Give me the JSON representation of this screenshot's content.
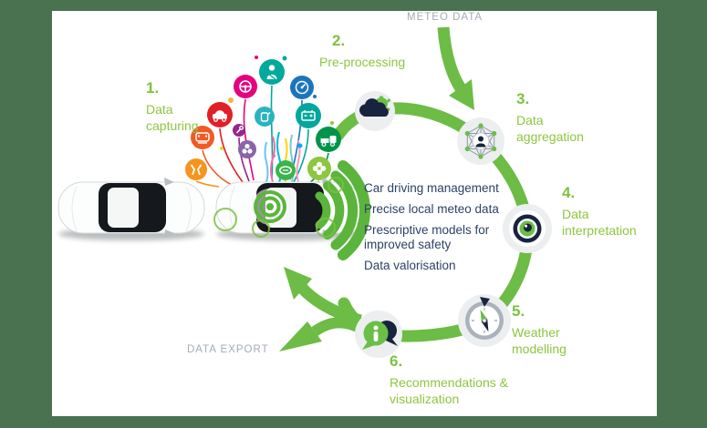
{
  "labels": {
    "meteo": "METEO DATA",
    "export": "DATA EXPORT"
  },
  "steps": [
    {
      "num": "1.",
      "label": "Data capturing"
    },
    {
      "num": "2.",
      "label": "Pre-processing"
    },
    {
      "num": "3.",
      "label": "Data aggregation"
    },
    {
      "num": "4.",
      "label": "Data interpretation"
    },
    {
      "num": "5.",
      "label": "Weather modelling"
    },
    {
      "num": "6.",
      "label": "Recommendations & visualization"
    }
  ],
  "center": {
    "items": [
      "Car driving management",
      "Precise local meteo data",
      "Prescriptive models for improved safety",
      "Data valorisation"
    ]
  },
  "icons": {
    "step2": "cloud-gear-icon",
    "step3": "network-user-icon",
    "step4": "eye-icon",
    "step5": "compass-icon",
    "step6": "info-chat-icon",
    "vehicle": "car-top-view",
    "signal": "wifi-signal-arcs",
    "sensors": [
      "steering-wheel",
      "seatbelt-person",
      "speed-gauge",
      "car",
      "fluid-jug",
      "battery",
      "wrench",
      "car-rear",
      "small-fan",
      "tow-truck",
      "tire",
      "fan",
      "suspension-legs"
    ]
  },
  "colors": {
    "accent_green": "#6dbc45",
    "number_green": "#7dc242",
    "label_green": "#8cc63f",
    "navy": "#17233f",
    "center_text_navy": "#2d4265",
    "muted_gray": "#a3abb5",
    "icon_circle_gray": "#eceef0",
    "frame_green": "#4a7150"
  }
}
